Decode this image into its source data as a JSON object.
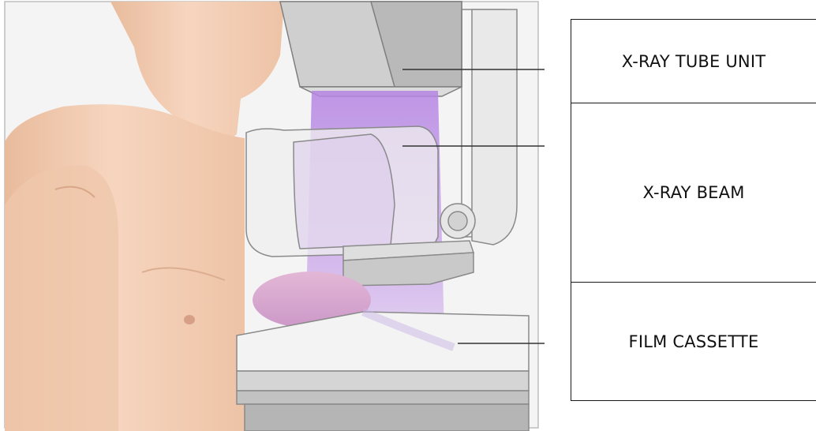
{
  "labels": {
    "tube": "X-RAY TUBE UNIT",
    "beam": "X-RAY BEAM",
    "film": "FILM CASSETTE"
  },
  "colors": {
    "beam": "#b98ee0",
    "skin": "#f0c9ad",
    "machine": "#e4e4e4",
    "outline": "#8a8a8a",
    "table_border": "#1a1a1a"
  }
}
